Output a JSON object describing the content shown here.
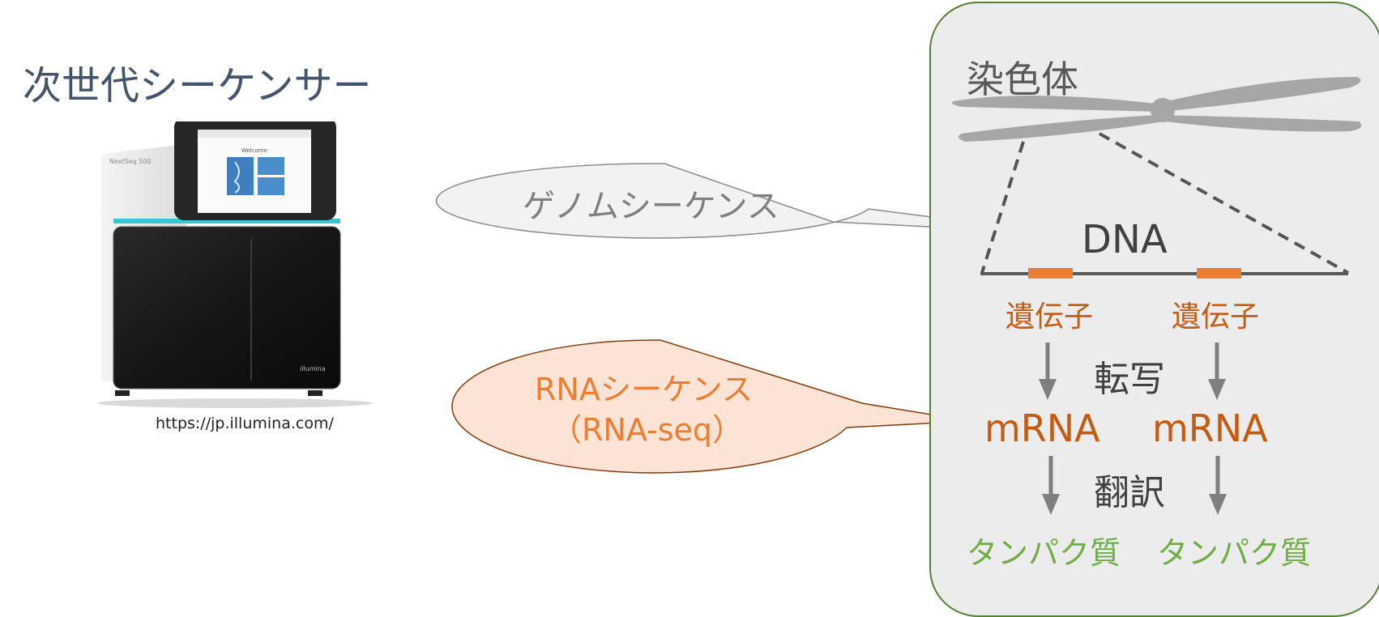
{
  "header": {
    "title": "次世代シーケンサー"
  },
  "sequencer": {
    "brand_panel": "NextSeq 500",
    "screen_title": "Welcome",
    "brand_logo": "illumina",
    "url": "https://jp.illumina.com/"
  },
  "bubbles": {
    "genome": "ゲノムシーケンス",
    "rna_line1": "RNAシーケンス",
    "rna_line2": "（RNA-seq）"
  },
  "cell": {
    "chromosome": "染色体",
    "dna": "DNA",
    "gene_left": "遺伝子",
    "gene_right": "遺伝子",
    "transcription": "転写",
    "mrna_left": "mRNA",
    "mrna_right": "mRNA",
    "translation": "翻訳",
    "protein_left": "タンパク質",
    "protein_right": "タンパク質"
  },
  "colors": {
    "title": "#44546a",
    "accent_orange": "#c55a11",
    "gene_bar": "#ed7d31",
    "protein_green": "#70ad47",
    "cell_border": "#538135",
    "cell_fill": "#ececec",
    "rna_bubble_fill": "#fbe4d5"
  }
}
